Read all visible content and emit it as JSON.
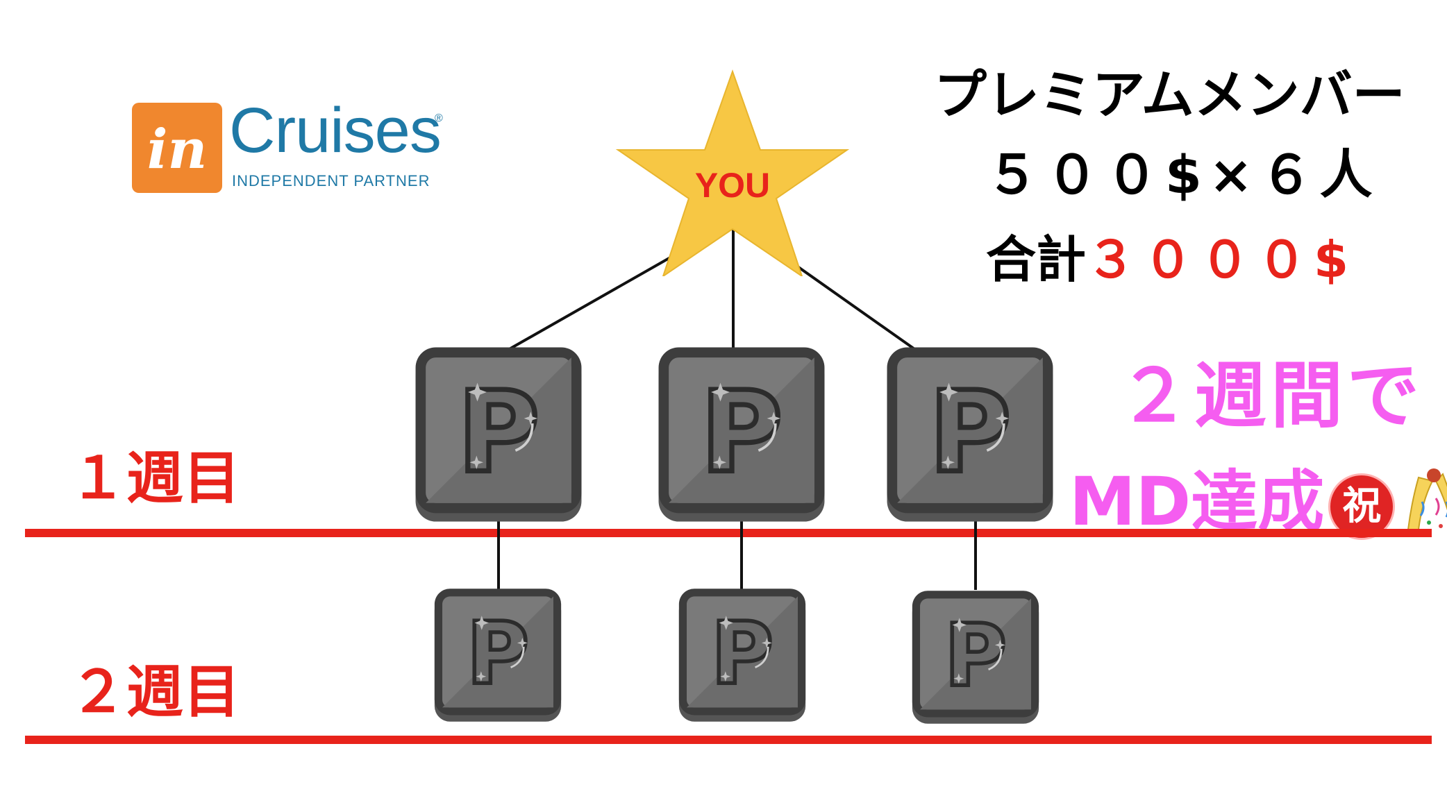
{
  "logo": {
    "badge_text": "in",
    "brand": "Cruises",
    "registered": "®",
    "subtitle": "INDEPENDENT PARTNER",
    "badge_color": "#f0872e",
    "brand_color": "#1f79a6"
  },
  "header": {
    "line1": "プレミアムメンバー",
    "line2": "５００$×６人",
    "line3_prefix": "合計",
    "line3_amount": "３０００$"
  },
  "achievement": {
    "line1": "２週間で",
    "line2": "MD達成",
    "celebrate_icon": "祝",
    "popper_icon": "party-popper-icon"
  },
  "weeks": {
    "week1": "１週目",
    "week2": "２週目"
  },
  "tree": {
    "root_label": "YOU",
    "tile_letter": "P",
    "star_color": "#f7c744",
    "tile_color": "#6e6e6e"
  },
  "colors": {
    "red": "#e8231b",
    "pink": "#f55df0",
    "black": "#000000"
  }
}
